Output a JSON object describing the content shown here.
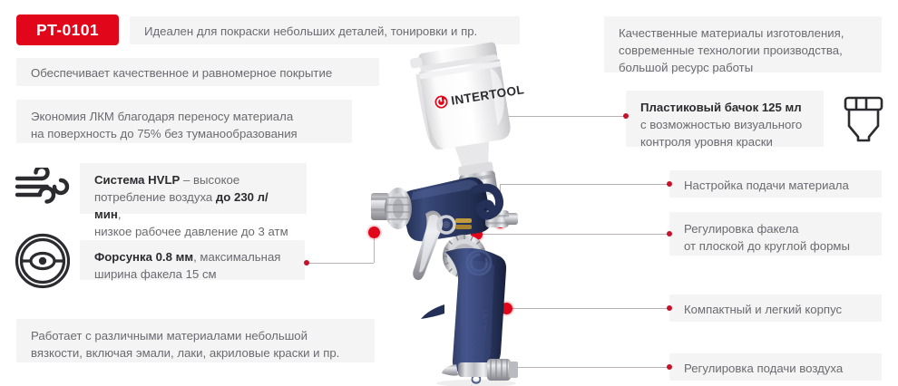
{
  "product": {
    "sku": "PT-0101",
    "brand": "INTERTOOL",
    "body_color": "#2e3d66",
    "accent_color": "#e2061a",
    "box_bg": "#f4f4f5",
    "text_color": "#6a6a70",
    "line_color": "#b9b2b4"
  },
  "top_feature": {
    "text": "Идеален для покраски небольших деталей, тонировки и пр."
  },
  "left_features": [
    {
      "id": "coverage",
      "text": "Обеспечивает качественное и равномерное покрытие",
      "icon": ""
    },
    {
      "id": "savings",
      "line1": "Экономия ЛКМ благодаря переносу материала",
      "line2": "на поверхность до 75% без туманообразования",
      "icon": ""
    },
    {
      "id": "hvlp",
      "icon": "wind-icon",
      "bold1": "Система HVLP",
      "rest1": " – высокое",
      "line2_pre": "потребление воздуха ",
      "bold2": "до 230 л/мин",
      "line2_post": ",",
      "line3": "низкое рабочее давление до 3 атм"
    },
    {
      "id": "nozzle",
      "icon": "nozzle-icon",
      "bold1": "Форсунка 0.8 мм",
      "rest1": ", максимальная",
      "line2": "ширина факела 15 см"
    },
    {
      "id": "materials",
      "line1": "Работает с различными материалами небольшой",
      "line2": "вязкости, включая эмали, лаки, акриловые краски и пр.",
      "icon": ""
    }
  ],
  "right_features": [
    {
      "id": "materials-quality",
      "line1": "Качественные материалы изготовления,",
      "line2": "современные технологии производства,",
      "line3": "большой ресурс работы",
      "icon": ""
    },
    {
      "id": "tank",
      "icon": "paint-cup-icon",
      "bold1": "Пластиковый бачок 125 мл",
      "line2": "с возможностью визуального",
      "line3": "контроля уровня краски"
    },
    {
      "id": "material-feed",
      "text": "Настройка подачи материала",
      "icon": ""
    },
    {
      "id": "fan-adjust",
      "line1": "Регулировка факела",
      "line2": "от плоской до круглой формы",
      "icon": ""
    },
    {
      "id": "compact-body",
      "text": "Компактный и легкий корпус",
      "icon": ""
    },
    {
      "id": "air-feed",
      "text": "Регулировка подачи воздуха",
      "icon": ""
    }
  ]
}
